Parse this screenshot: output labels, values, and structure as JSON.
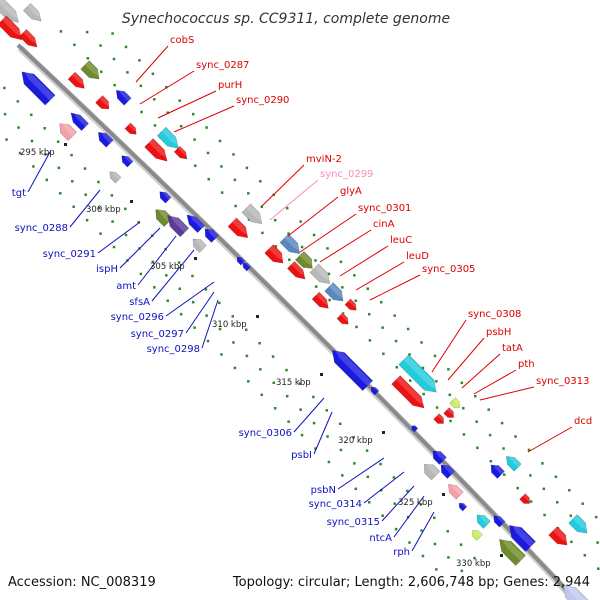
{
  "title": "Synechococcus sp. CC9311, complete genome",
  "accession": "Accession: NC_008319",
  "topology": "Topology: circular; Length: 2,606,748 bp; Genes: 2,944",
  "colors": {
    "forward_label": "#dd0000",
    "reverse_label": "#1010c0",
    "highlight_label": "#ff88bb",
    "backbone": "#909090",
    "tick_dots": "#2a8a2a"
  },
  "kbp_ticks": [
    "295 kbp",
    "300 kbp",
    "305 kbp",
    "310 kbp",
    "315 kbp",
    "320 kbp",
    "325 kbp",
    "330 kbp"
  ],
  "forward_labels": [
    "cobS",
    "sync_0287",
    "purH",
    "sync_0290",
    "mviN-2",
    "sync_0299",
    "glyA",
    "sync_0301",
    "cinA",
    "leuC",
    "leuD",
    "sync_0305",
    "sync_0308",
    "psbH",
    "tatA",
    "pth",
    "sync_0313",
    "dcd"
  ],
  "reverse_labels": [
    "tgt",
    "sync_0288",
    "sync_0291",
    "ispH",
    "amt",
    "sfsA",
    "sync_0296",
    "sync_0297",
    "sync_0298",
    "sync_0306",
    "psbI",
    "psbN",
    "sync_0314",
    "sync_0315",
    "ntcA",
    "rph"
  ]
}
